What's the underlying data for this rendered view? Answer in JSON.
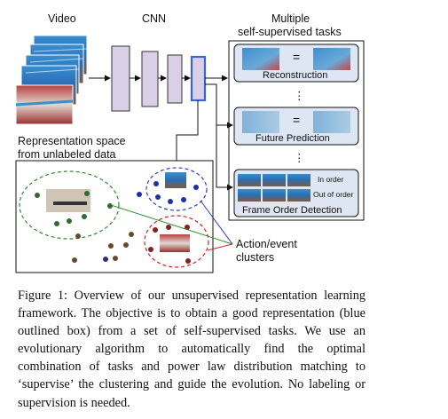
{
  "figure": {
    "video_label": "Video",
    "cnn_label": "CNN",
    "tasks_header_line1": "Multiple",
    "tasks_header_line2": "self-supervised tasks",
    "tasks": [
      {
        "label": "Reconstruction",
        "symbol": "="
      },
      {
        "label": "Future Prediction",
        "symbol": "="
      },
      {
        "label": "Frame Order Detection",
        "in_order": "In order",
        "out_of_order": "Out of order"
      }
    ],
    "ellipsis": "⋮",
    "repr_line1": "Representation space",
    "repr_line2": "from unlabeled data",
    "clusters_line1": "Action/event",
    "clusters_line2": "clusters",
    "colors": {
      "cnn_layer_fill": "#d9cfe6",
      "highlight_layer": "#3b64d6",
      "task_box_fill": "#dde6f2",
      "cluster_green": "#2e8b2e",
      "cluster_blue": "#2a3bd4",
      "cluster_red": "#cc2222"
    }
  },
  "caption": "Figure 1: Overview of our unsupervised representation learning framework. The objective is to obtain a good representation (blue outlined box) from a set of self-supervised tasks. We use an evolutionary algorithm to automatically find the optimal combination of tasks and power law distribution matching to ‘supervise’ the clustering and guide the evolution. No labeling or supervision is needed."
}
